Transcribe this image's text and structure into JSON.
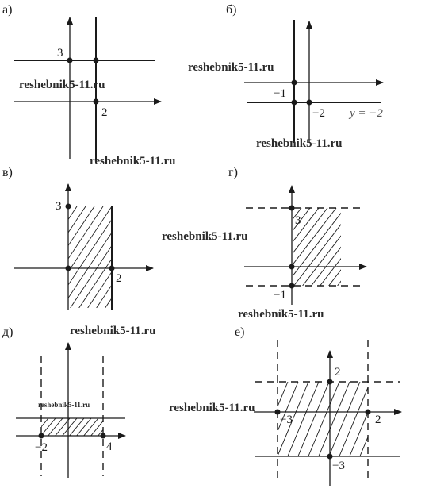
{
  "panels": {
    "a": {
      "letter": "а)",
      "y_value": "3",
      "x_value": "2"
    },
    "b": {
      "letter": "б)",
      "y_value": "−1",
      "x_value": "−2",
      "equation": "y = −2"
    },
    "v": {
      "letter": "в)",
      "y_value": "3",
      "x_value": "2"
    },
    "g": {
      "letter": "г)",
      "y_top": "3",
      "y_bottom": "−1"
    },
    "d": {
      "letter": "д)",
      "x_left": "−2",
      "x_right": "4"
    },
    "e": {
      "letter": "е)",
      "y_top": "2",
      "x_left": "−3",
      "x_right": "2",
      "y_bottom": "−3"
    }
  },
  "watermarks": {
    "w1": "reshebnik5-11.ru",
    "w2": "reshebnik5-11.ru",
    "w3": "reshebnik5-11.ru",
    "w4": "reshebnik5-11.ru",
    "w5": "reshebnik5-11.ru",
    "w6": "reshebnik5-11.ru",
    "w7": "reshebnik5-11.ru",
    "w8": "reshebnik5-11.ru",
    "w9": "reshebnik5-11.ru"
  }
}
